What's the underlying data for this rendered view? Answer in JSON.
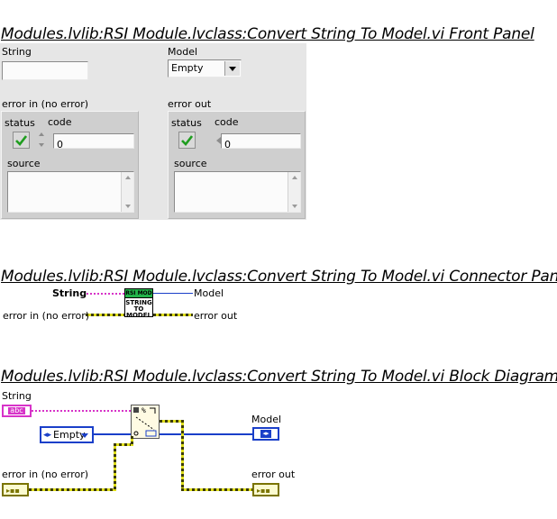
{
  "front_panel": {
    "heading": "Modules.lvlib:RSI Module.lvclass:Convert String To Model.vi Front Panel",
    "string_label": "String",
    "model_label": "Model",
    "model_value": "Empty",
    "error_in": {
      "label": "error in (no error)",
      "status_label": "status",
      "code_label": "code",
      "code_value": "0",
      "source_label": "source"
    },
    "error_out": {
      "label": "error out",
      "status_label": "status",
      "code_label": "code",
      "code_value": "0",
      "source_label": "source"
    }
  },
  "connector_pane": {
    "heading": "Modules.lvlib:RSI Module.lvclass:Convert String To Model.vi Connector Pane",
    "input_string": "String",
    "input_error": "error in (no error)",
    "output_model": "Model",
    "output_error": "error out",
    "icon_banner": "RSI MOD",
    "icon_text": [
      "STRING",
      "TO",
      "MODEL"
    ]
  },
  "block_diagram": {
    "heading": "Modules.lvlib:RSI Module.lvclass:Convert String To Model.vi Block Diagram",
    "string_label": "String",
    "string_terminal": "abc",
    "enum_value": "Empty",
    "model_label": "Model",
    "error_in_label": "error in (no error)",
    "error_out_label": "error out"
  },
  "colors": {
    "string_wire": "#d733c8",
    "enum_wire": "#1a3fc9",
    "error_wire": "#dedd1a",
    "check_green": "#1f9d1f"
  }
}
